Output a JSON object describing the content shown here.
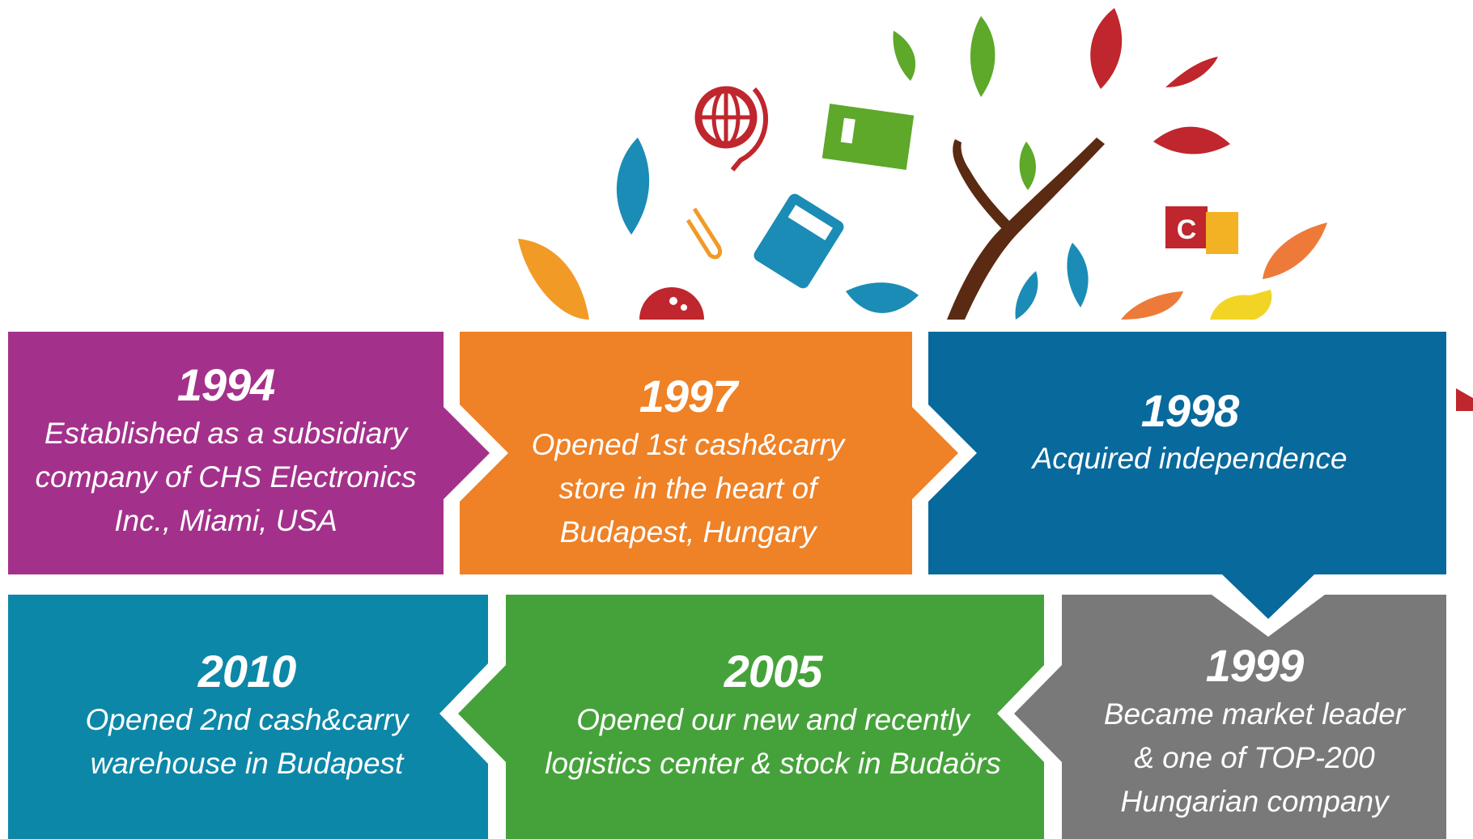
{
  "colors": {
    "purple": "#a3318b",
    "orange": "#ef8126",
    "blue": "#08699c",
    "gray": "#797979",
    "green": "#45a23a",
    "teal": "#0d87a8",
    "trunk": "#5a2a12",
    "red": "#c0262d",
    "leaf_orange": "#ee7a3a",
    "leaf_green": "#5ea82a",
    "leaf_blue": "#1b8cb5",
    "yellow": "#f2b224"
  },
  "milestones": {
    "m1994": {
      "year": "1994",
      "lines": [
        "Established as a subsidiary",
        "company of CHS Electronics",
        "Inc., Miami, USA"
      ]
    },
    "m1997": {
      "year": "1997",
      "lines": [
        "Opened 1st cash&carry",
        "store in the heart of",
        "Budapest, Hungary"
      ]
    },
    "m1998": {
      "year": "1998",
      "lines": [
        "Acquired independence"
      ]
    },
    "m1999": {
      "year": "1999",
      "lines": [
        "Became market leader",
        "& one of TOP-200",
        "Hungarian company"
      ]
    },
    "m2005": {
      "year": "2005",
      "lines": [
        "Opened our new and recently",
        "logistics center & stock in Budaörs"
      ]
    },
    "m2010": {
      "year": "2010",
      "lines": [
        "Opened 2nd cash&carry",
        "warehouse in Budapest"
      ]
    }
  },
  "tree_icons": [
    "leaf-icon",
    "globe-icon",
    "memory-chip-icon",
    "calculator-icon",
    "paperclip-icon",
    "toy-block-icon",
    "handprint-icon",
    "ladybug-icon"
  ]
}
